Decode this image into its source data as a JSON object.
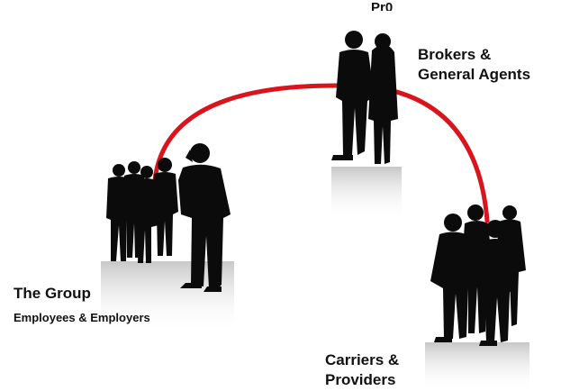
{
  "arc_color": "#d9141c",
  "silhouette_color": "#0b0b0b",
  "top_fragment": "Pr0",
  "nodes": {
    "brokers": {
      "line1": "Brokers &",
      "line2": "General Agents",
      "icon": "couple-silhouette-icon"
    },
    "group": {
      "title": "The Group",
      "subtitle": "Employees & Employers",
      "icon": "crowd-silhouette-icon"
    },
    "carriers": {
      "line1": "Carriers &",
      "line2": "Providers",
      "icon": "team-silhouette-icon"
    }
  }
}
